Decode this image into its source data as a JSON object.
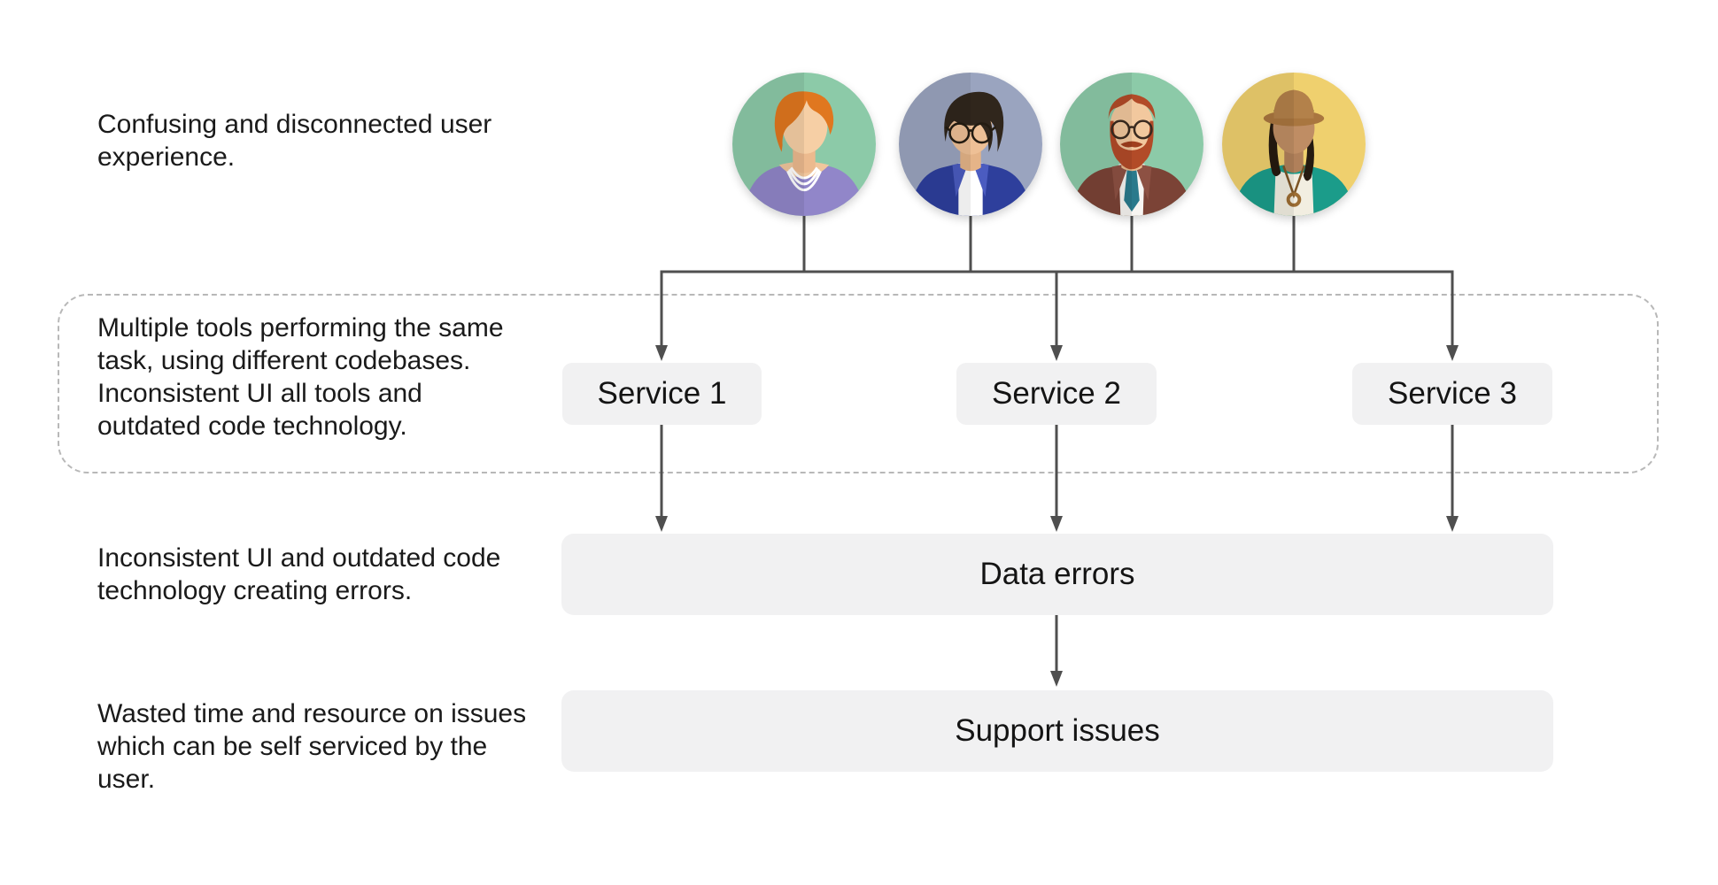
{
  "diagram": {
    "notes": [
      "Confusing and disconnected user\nexperience.",
      "Multiple tools performing the same\ntask, using different codebases.\nInconsistent UI all tools and\noutdated code technology.",
      "Inconsistent UI and outdated code\ntechnology creating errors.",
      "Wasted time and resource on issues\nwhich can be self serviced by the\nuser."
    ],
    "services": [
      "Service 1",
      "Service 2",
      "Service 3"
    ],
    "outcomes": [
      "Data errors",
      "Support issues"
    ],
    "avatars": [
      "woman-red-hair",
      "person-dark-hair-glasses",
      "man-beard-glasses",
      "woman-hat"
    ],
    "colors": {
      "connector": "#4f4f4f",
      "node_fill": "#f1f1f2",
      "dashed_border": "#b8b8b8",
      "text": "#1a1a1a"
    }
  }
}
